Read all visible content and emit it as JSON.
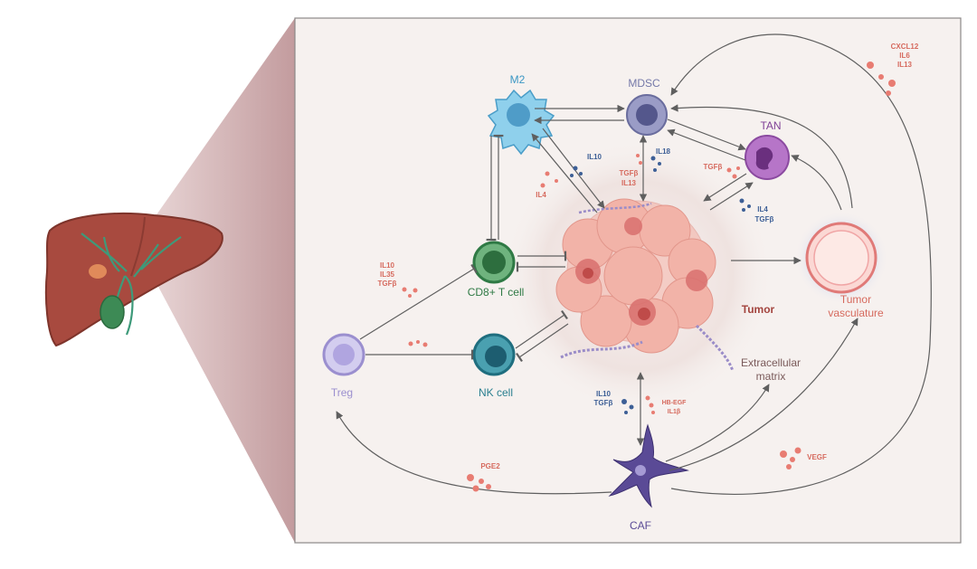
{
  "colors": {
    "panel_bg": "#f6f1ef",
    "panel_border": "#8c8888",
    "cone": "#c9a3a5",
    "arrow": "#5f5f5f",
    "cytokine_red": "#d66a5e",
    "cytokine_blue": "#3d5f96",
    "m2": "#5aaed6",
    "mdsc": "#7478a8",
    "tan": "#9c5bb3",
    "cd8": "#3d8c55",
    "nk": "#2a7f8f",
    "treg": "#9b8fcf",
    "caf": "#5a4a96",
    "tumor": "#f2a9a0",
    "vessel": "#f0a5a5"
  },
  "icons": [
    "liver-icon",
    "m2-macrophage-icon",
    "mdsc-cell-icon",
    "tan-neutrophil-icon",
    "cd8-t-cell-icon",
    "nk-cell-icon",
    "treg-cell-icon",
    "caf-fibroblast-icon",
    "tumor-mass-icon",
    "tumor-vessel-icon"
  ],
  "cells": {
    "m2": "M2",
    "mdsc": "MDSC",
    "tan": "TAN",
    "cd8": "CD8+ T cell",
    "nk": "NK cell",
    "treg": "Treg",
    "caf": "CAF",
    "tumor": "Tumor",
    "vessel_line1": "Tumor",
    "vessel_line2": "vasculature",
    "ecm_line1": "Extracellular",
    "ecm_line2": "matrix"
  },
  "cytokines": {
    "caf_vessel": [
      "CXCL12",
      "IL6",
      "IL13"
    ],
    "m2_il10": "IL10",
    "m2_il4": "IL4",
    "mdsc_il18": "IL18",
    "mdsc_red": [
      "TGFβ",
      "IL13"
    ],
    "tan_tgfb": "TGFβ",
    "tan_blue": [
      "IL4",
      "TGFβ"
    ],
    "treg_cd8": [
      "IL10",
      "IL35",
      "TGFβ"
    ],
    "caf_blue": [
      "IL10",
      "TGFβ"
    ],
    "caf_red": [
      "HB-EGF",
      "IL1β"
    ],
    "pge2": "PGE2",
    "vegf": "VEGF"
  }
}
